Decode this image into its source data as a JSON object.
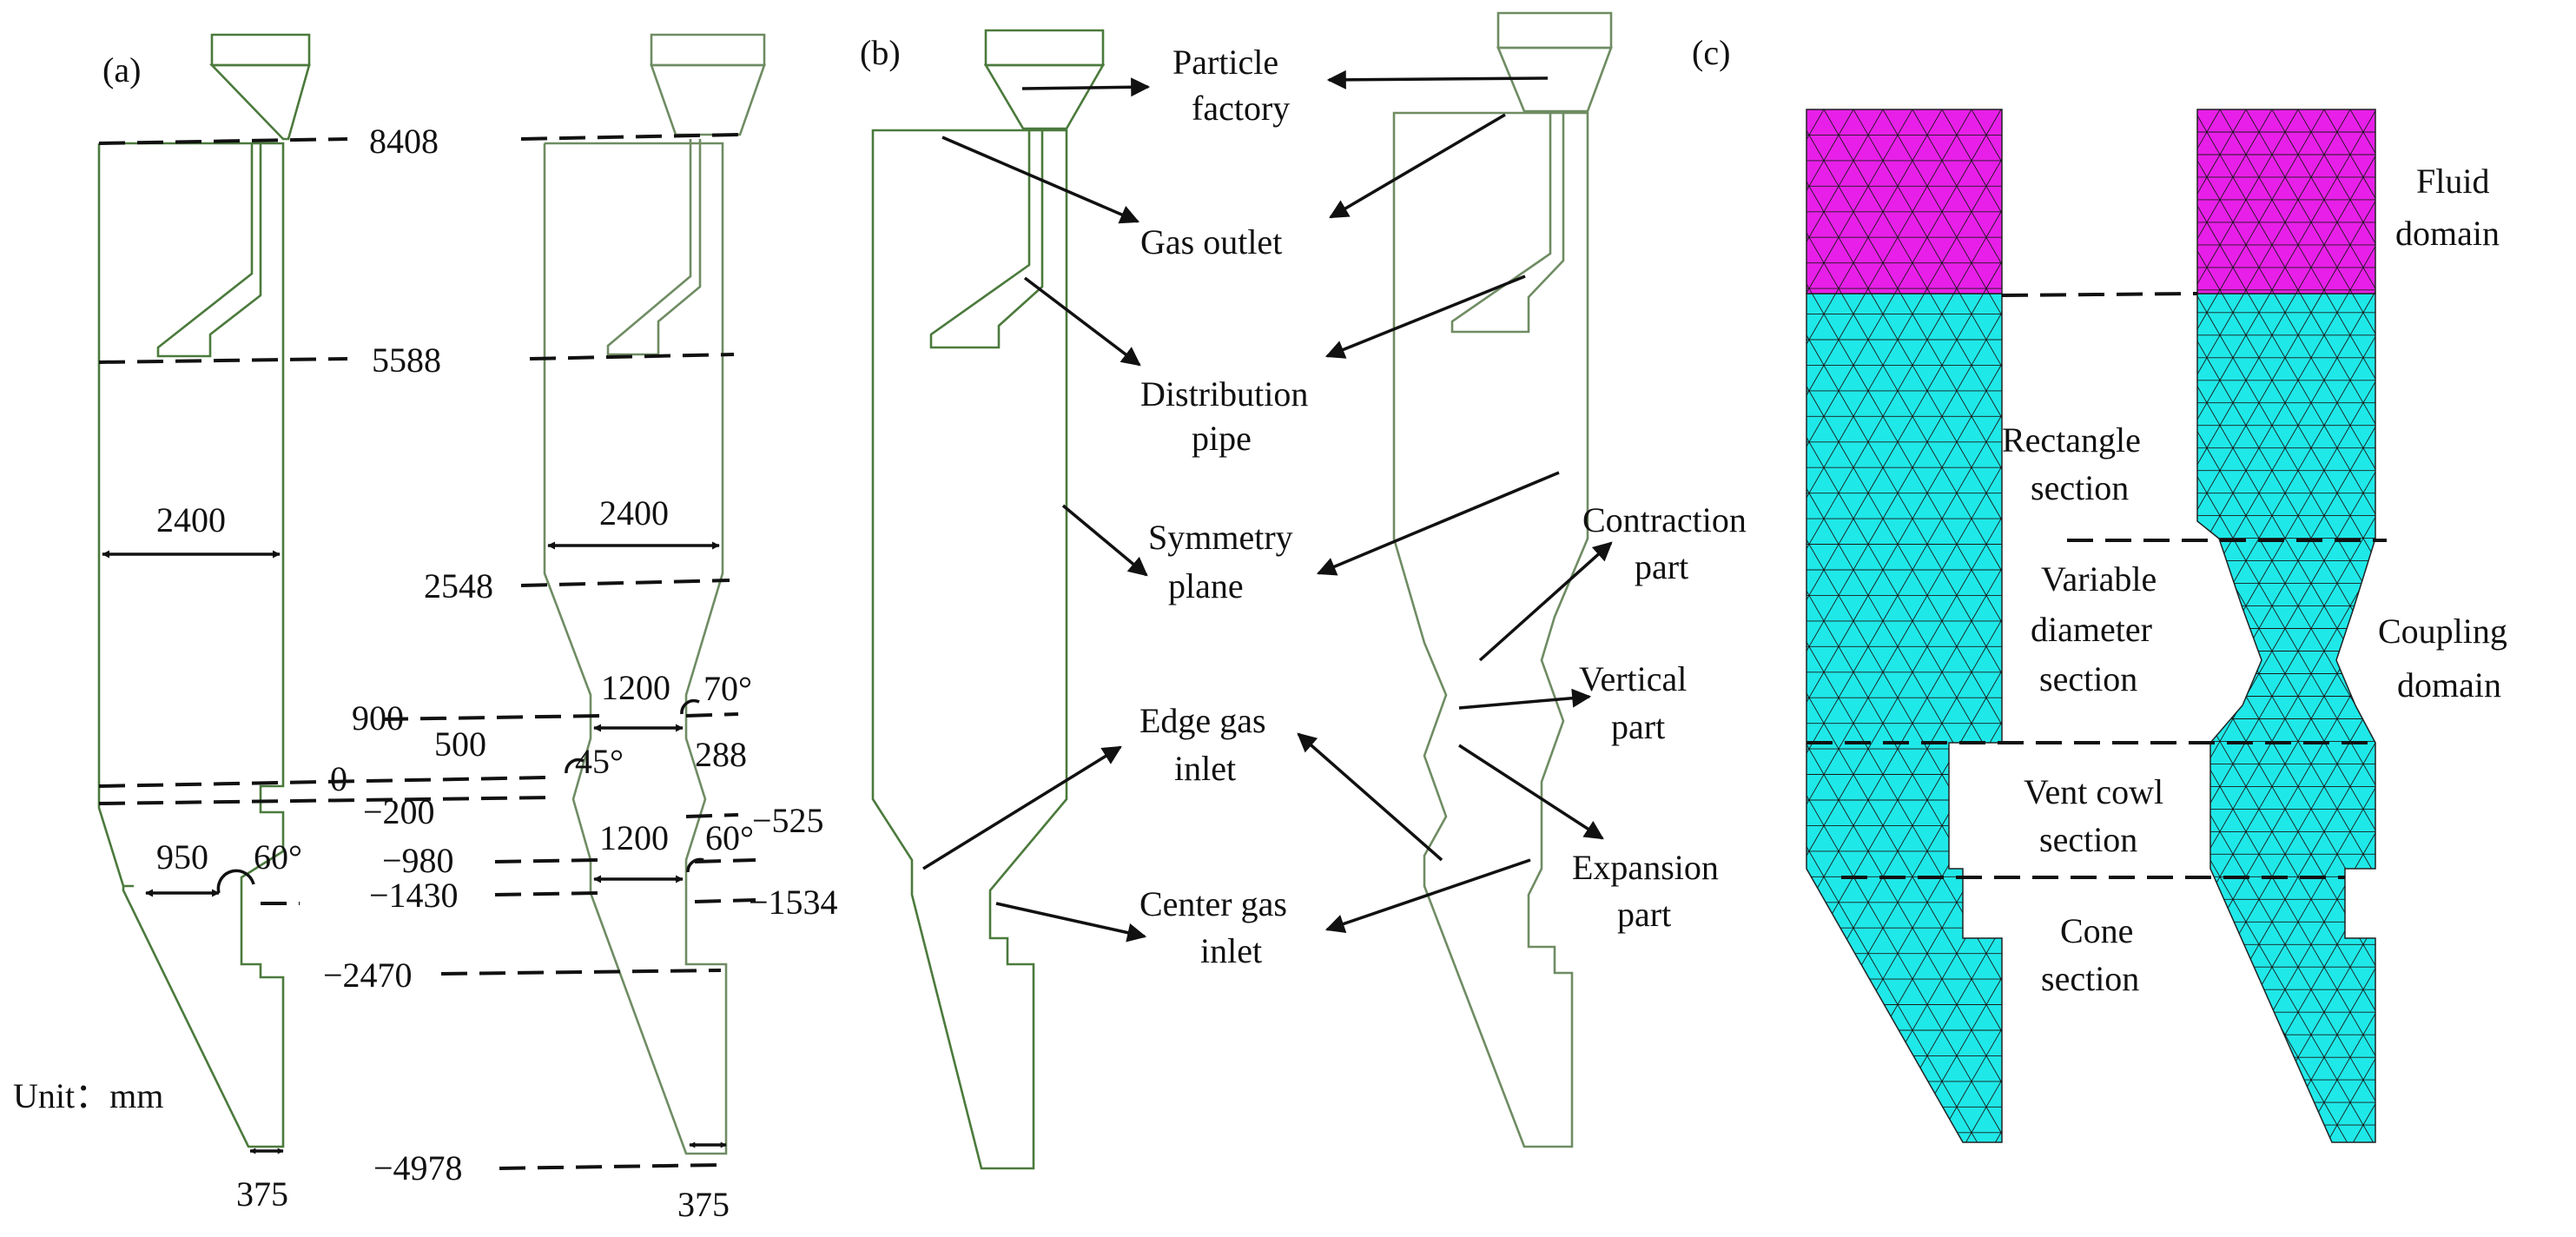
{
  "panels": {
    "a": {
      "label": "(a)",
      "unit_label": "Unit：mm",
      "levels": [
        "8408",
        "5588",
        "2548",
        "900",
        "500",
        "0",
        "−200",
        "−980",
        "−1430",
        "−2470",
        "−4978"
      ],
      "right_levels": [
        "288",
        "−525",
        "−1534"
      ],
      "widths": [
        "2400",
        "2400",
        "1200",
        "1200",
        "950",
        "375",
        "375"
      ],
      "angles": [
        "70°",
        "45°",
        "60°",
        "60°"
      ]
    },
    "b": {
      "label": "(b)",
      "labels": {
        "particle_factory": [
          "Particle",
          "factory"
        ],
        "gas_outlet": "Gas outlet",
        "distribution_pipe": [
          "Distribution",
          "pipe"
        ],
        "symmetry_plane": [
          "Symmetry",
          "plane"
        ],
        "edge_gas_inlet": [
          "Edge gas",
          "inlet"
        ],
        "center_gas_inlet": [
          "Center gas",
          "inlet"
        ],
        "contraction_part": [
          "Contraction",
          "part"
        ],
        "vertical_part": [
          "Vertical",
          "part"
        ],
        "expansion_part": [
          "Expansion",
          "part"
        ]
      }
    },
    "c": {
      "label": "(c)",
      "labels": {
        "fluid_domain": [
          "Fluid",
          "domain"
        ],
        "rectangle_section": [
          "Rectangle",
          "section"
        ],
        "variable_diameter_section": [
          "Variable",
          "diameter",
          "section"
        ],
        "coupling_domain": [
          "Coupling",
          "domain"
        ],
        "vent_cowl_section": [
          "Vent cowl",
          "section"
        ],
        "cone_section": [
          "Cone",
          "section"
        ]
      },
      "colors": {
        "fluid": "#e81fe8",
        "coupling": "#1fe8e8",
        "mesh_line": "#1a1a1a"
      }
    }
  }
}
